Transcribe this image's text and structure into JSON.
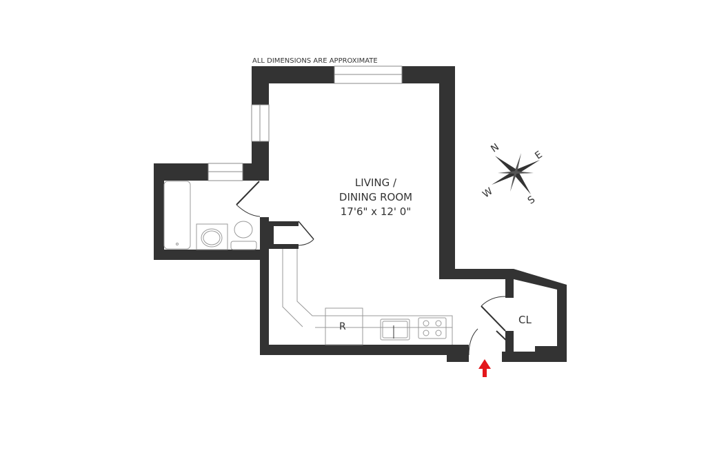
{
  "notice": "ALL DIMENSIONS ARE APPROXIMATE",
  "rooms": {
    "living": {
      "name_line1": "LIVING /",
      "name_line2": "DINING ROOM",
      "dimensions": "17'6\" x 12' 0\""
    },
    "closet": {
      "name": "CL"
    },
    "refrigerator": {
      "label": "R"
    }
  },
  "compass": {
    "n": "N",
    "e": "E",
    "s": "S",
    "w": "W"
  },
  "colors": {
    "wall": "#333333",
    "entry_arrow": "#e3161b",
    "fixture": "#777777"
  }
}
